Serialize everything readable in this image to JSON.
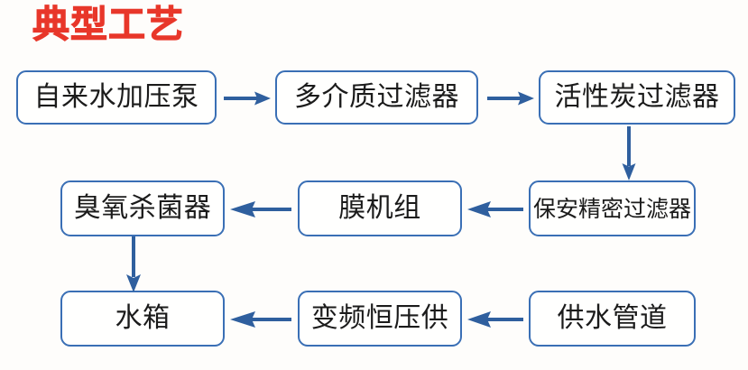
{
  "page": {
    "title": "典型工艺",
    "background_color": "#fefdfb",
    "title_color": "#e8372a",
    "box_border_color": "#3a6fb5",
    "arrow_color": "#2f5f9e"
  },
  "diagram": {
    "type": "flowchart",
    "orientation": "serpentine-3-rows",
    "nodes": [
      {
        "id": "n1",
        "label": "自来水加压泵",
        "row": 1,
        "col": 1
      },
      {
        "id": "n2",
        "label": "多介质过滤器",
        "row": 1,
        "col": 2
      },
      {
        "id": "n3",
        "label": "活性炭过滤器",
        "row": 1,
        "col": 3
      },
      {
        "id": "n4",
        "label": "保安精密过滤器",
        "row": 2,
        "col": 3
      },
      {
        "id": "n5",
        "label": "膜机组",
        "row": 2,
        "col": 2
      },
      {
        "id": "n6",
        "label": "臭氧杀菌器",
        "row": 2,
        "col": 1
      },
      {
        "id": "n7",
        "label": "水箱",
        "row": 3,
        "col": 1
      },
      {
        "id": "n8",
        "label": "变频恒压供",
        "row": 3,
        "col": 2
      },
      {
        "id": "n9",
        "label": "供水管道",
        "row": 3,
        "col": 3
      }
    ],
    "edges": [
      {
        "from": "n1",
        "to": "n2",
        "direction": "right"
      },
      {
        "from": "n2",
        "to": "n3",
        "direction": "right"
      },
      {
        "from": "n3",
        "to": "n4",
        "direction": "down"
      },
      {
        "from": "n4",
        "to": "n5",
        "direction": "left"
      },
      {
        "from": "n5",
        "to": "n6",
        "direction": "left"
      },
      {
        "from": "n6",
        "to": "n7",
        "direction": "down"
      },
      {
        "from": "n9",
        "to": "n8",
        "direction": "left"
      },
      {
        "from": "n8",
        "to": "n7",
        "direction": "left"
      }
    ]
  }
}
